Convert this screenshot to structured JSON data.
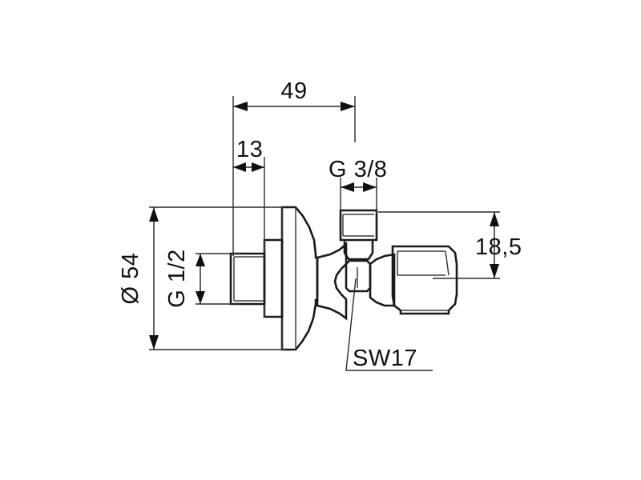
{
  "drawing": {
    "title": "Angle valve technical dimension drawing",
    "subject": "angle-valve",
    "background_color": "#ffffff",
    "line_color": "#1a1a1a",
    "text_color": "#111111",
    "units": "mm",
    "dimensions": {
      "overall_length": "49",
      "thread_inlet_length": "13",
      "outlet_thread": "G 3/8",
      "inlet_thread": "G 1/2",
      "rosette_diameter": "Ø 54",
      "outlet_height": "18,5",
      "wrench_size": "SW17"
    },
    "labels": {
      "length_49": "49",
      "length_13": "13",
      "thread_g38": "G 3/8",
      "thread_g12": "G 1/2",
      "diameter_54": "Ø 54",
      "height_185": "18,5",
      "spanner_sw17": "SW17"
    }
  }
}
